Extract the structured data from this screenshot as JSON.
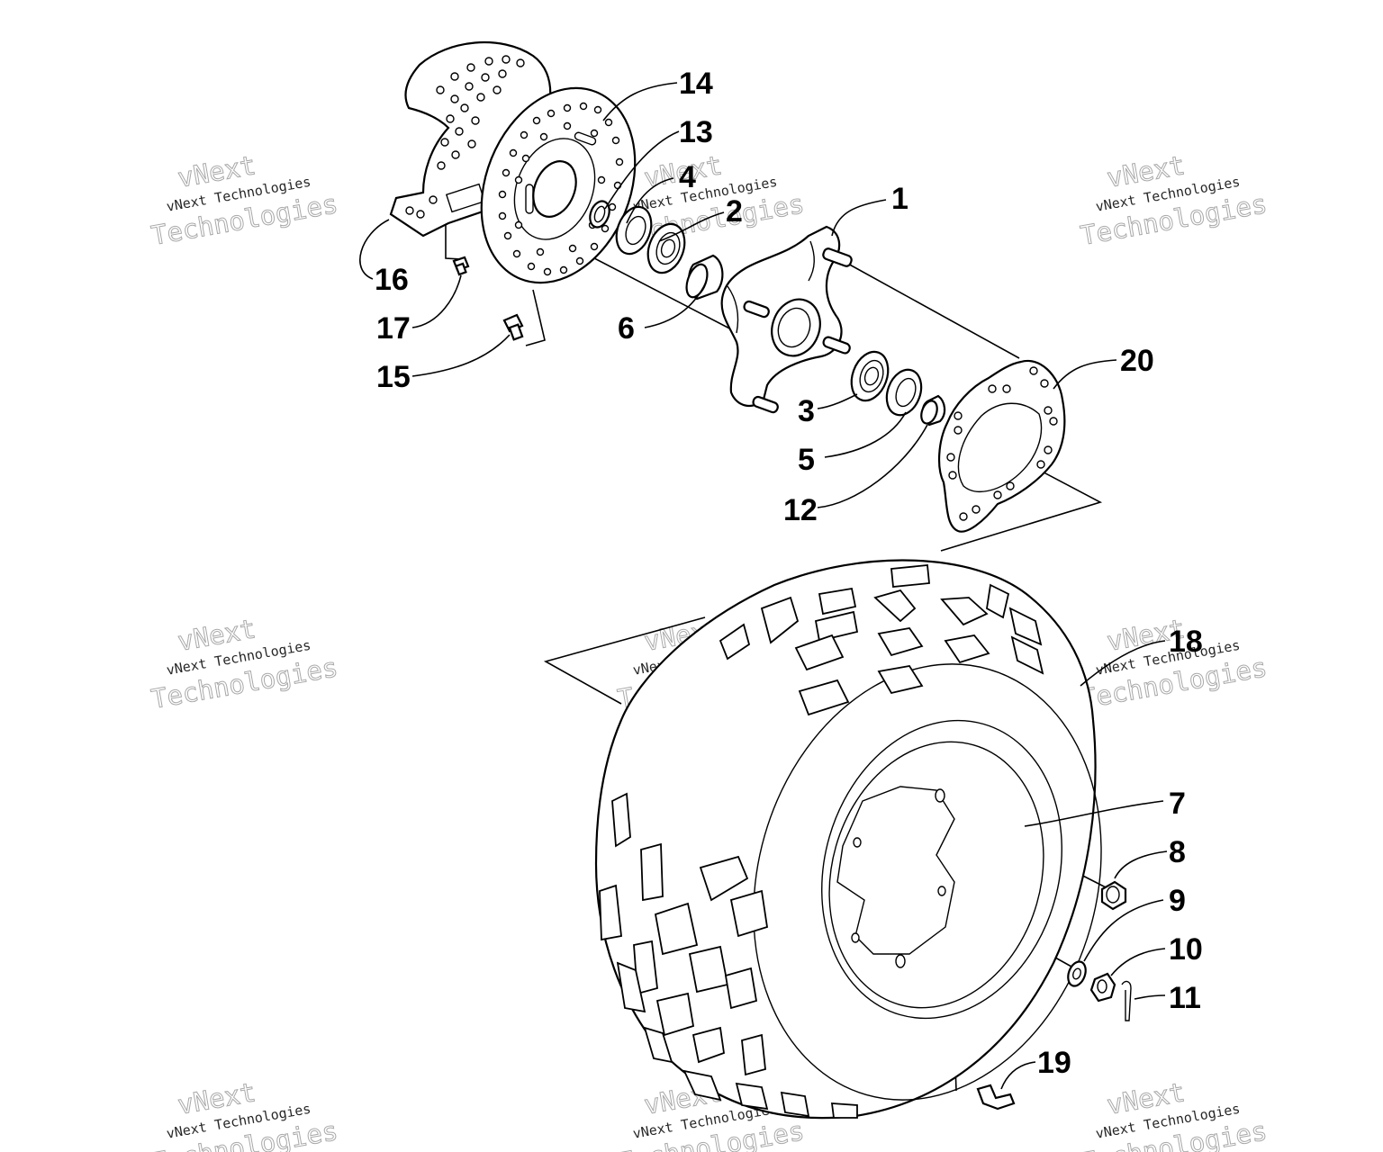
{
  "diagram": {
    "callouts": [
      "1",
      "2",
      "3",
      "4",
      "5",
      "6",
      "7",
      "8",
      "9",
      "10",
      "11",
      "12",
      "13",
      "14",
      "15",
      "16",
      "17",
      "18",
      "19",
      "20"
    ],
    "watermark": {
      "line1": "vNext",
      "line2": "vNext Technologies",
      "line3": "Technologies"
    }
  }
}
